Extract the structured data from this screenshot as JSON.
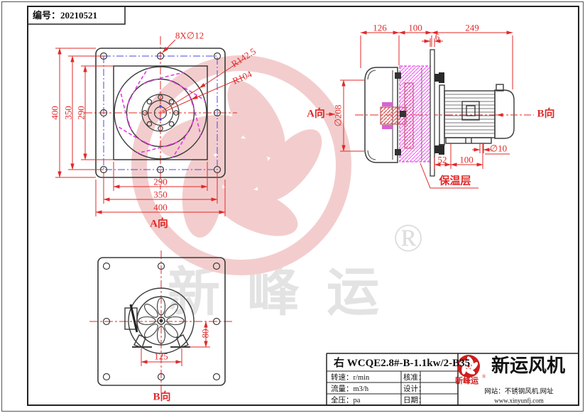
{
  "doc": {
    "serial_label": "编号：20210521"
  },
  "front_view": {
    "view_label": "A向",
    "dim_left_outer": "400",
    "dim_left_mid": "350",
    "dim_left_inner": "290",
    "dim_bottom_inner": "290",
    "dim_bottom_mid": "350",
    "dim_bottom_outer": "400",
    "bolt_note": "8X∅12",
    "radius_outer": "R142.5",
    "radius_inner": "R104"
  },
  "side_view": {
    "dim_seg1": "126",
    "dim_seg2": "100",
    "dim_seg3": "249",
    "dim_plate": "6",
    "dim_inlet": "∅208",
    "dim_foot_offset": "52",
    "dim_foot_span": "100",
    "dim_foot_hole": "∅10",
    "label_a": "A向",
    "label_b": "B向",
    "label_insulation": "保温层"
  },
  "back_view": {
    "view_label": "B向",
    "dim_feet": "125",
    "dim_axis": "80"
  },
  "title_block": {
    "model": "右 WCQE2.8#-B-1.1kw/2-B35",
    "row_speed": "转速：r/min",
    "row_flow": "流量：m3/h",
    "row_pressure": "全压：pa",
    "row_approve": "核准：",
    "row_design": "设计：",
    "row_date": "日期：",
    "company": {
      "brand": "新峰运",
      "reg": "®",
      "name": "新运风机",
      "site_line1": "网站：不锈钢风机.网址",
      "site_line2": "www.xinyunfj.com"
    }
  },
  "watermark": {
    "brand": "新峰运",
    "reg": "®"
  },
  "colors": {
    "dim_red": "#e02a2a",
    "center_blue": "#4a4ae0",
    "blade_magenta": "#e23ae2",
    "line_dark": "#3a3a3a",
    "logo_red": "#cf1d1d"
  }
}
